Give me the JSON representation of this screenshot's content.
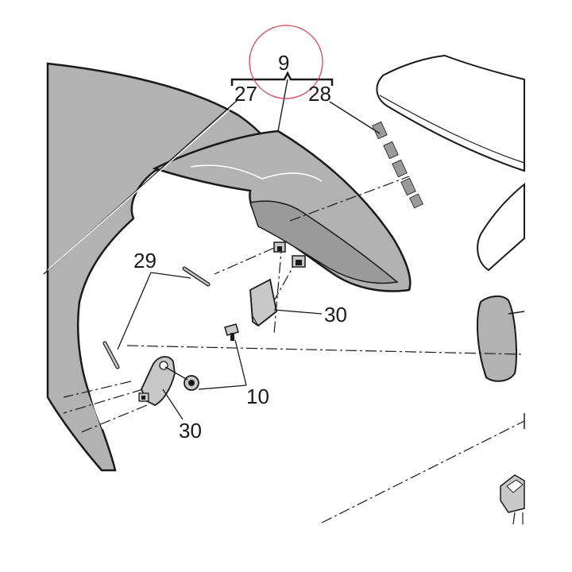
{
  "diagram": {
    "callouts": {
      "c9": "9",
      "c27": "27",
      "c28": "28",
      "c29": "29",
      "c30_upper": "30",
      "c30_lower": "30",
      "c10": "10"
    },
    "colors": {
      "panel_fill": "#b2b2b2",
      "panel_shadow": "#8f8f8f",
      "outline": "#1a1a1a",
      "part_fill": "#c8c8c8",
      "highlight_circle": "#d9435a",
      "background": "#ffffff"
    }
  }
}
